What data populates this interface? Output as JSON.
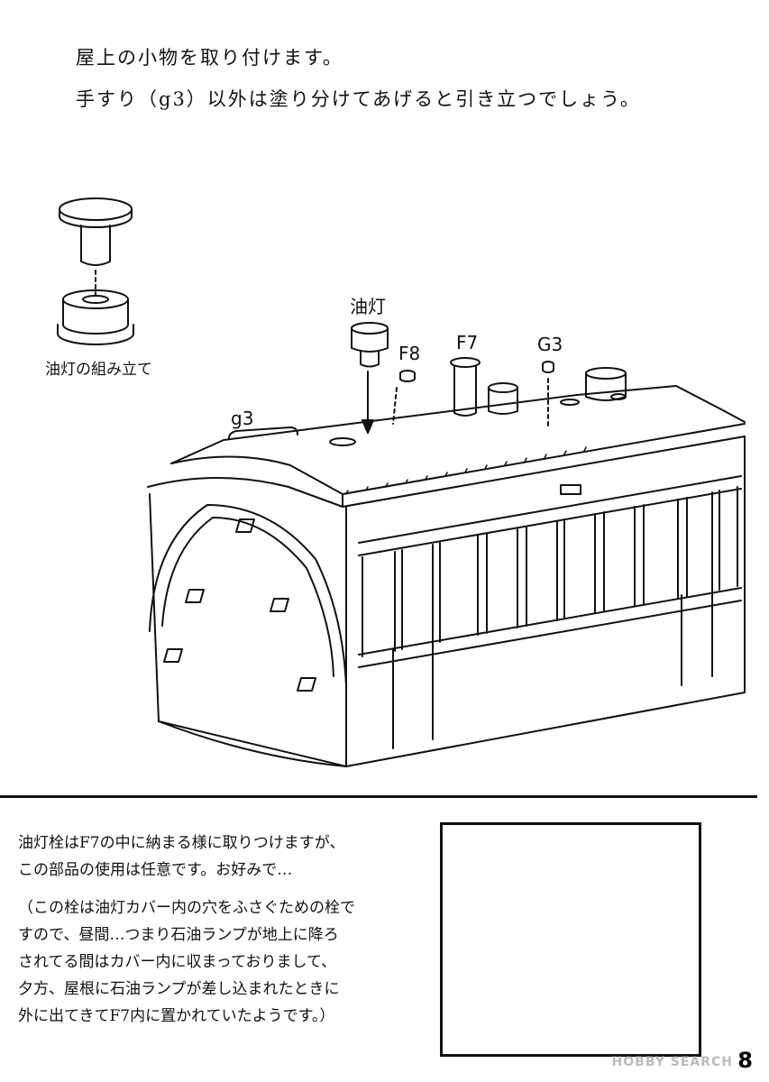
{
  "intro": {
    "line1": "屋上の小物を取り付けます。",
    "line2": "手すり（g3）以外は塗り分けてあげると引き立つでしょう。"
  },
  "detail_caption": "油灯の組み立て",
  "labels": {
    "oil_lamp": "油灯",
    "f8": "F8",
    "f7": "F7",
    "g3_upper": "G3",
    "g3_lower": "g3"
  },
  "note": {
    "lines": [
      "油灯栓はF7の中に納まる様に取りつけますが、",
      "この部品の使用は任意です。お好みで…",
      "（この栓は油灯カバー内の穴をふさぐための栓で",
      "すので、昼間…つまり石油ランプが地上に降ろ",
      "されてる間はカバー内に収まっておりまして、",
      "夕方、屋根に石油ランプが差し込まれたときに",
      "外に出てきてF7内に置かれていたようです。）"
    ]
  },
  "watermark": "HOBBY SEARCH",
  "page_number": "8"
}
